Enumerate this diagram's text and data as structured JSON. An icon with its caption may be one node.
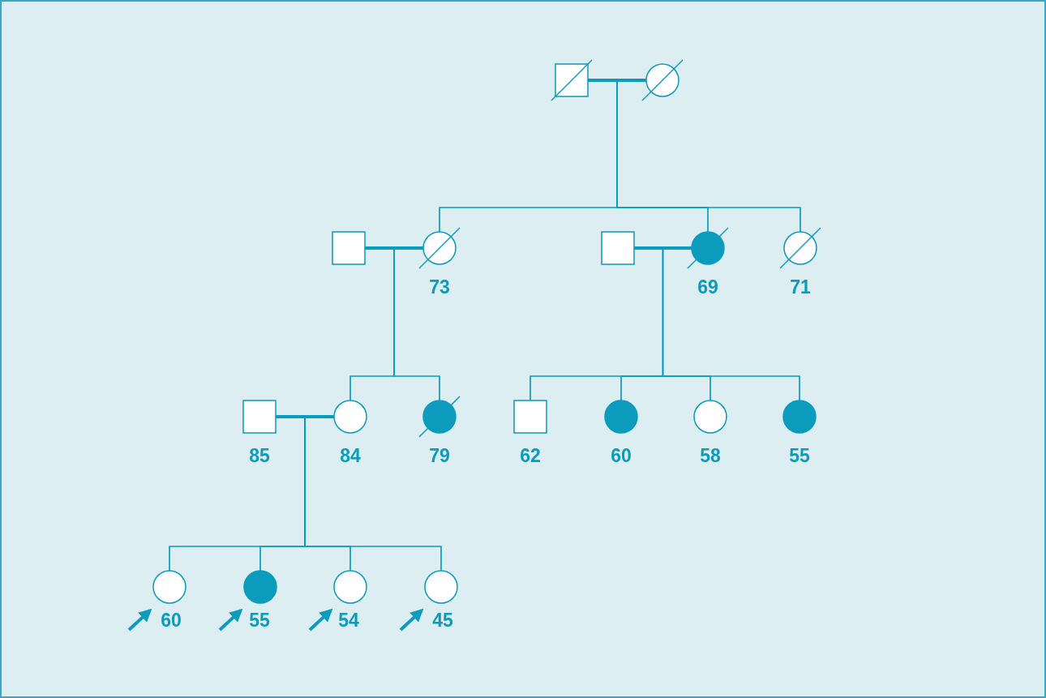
{
  "diagram": {
    "nodes": [
      {
        "text": [],
        "shape": "box"
      },
      {
        "text": [],
        "shape": "circle"
      },
      {
        "text": [],
        "shape": "box"
      },
      {
        "text": [],
        "shape": "circle",
        "beside": [
          "73"
        ]
      },
      {
        "text": [],
        "shape": "box"
      },
      {
        "text": [],
        "shape": "circle",
        "beside": [
          "69"
        ]
      },
      {
        "text": [],
        "shape": "circle",
        "beside": [
          "71"
        ]
      },
      {
        "text": [],
        "shape": "box",
        "beside": [
          "85"
        ]
      },
      {
        "text": [],
        "shape": "circle",
        "beside": [
          "84"
        ]
      },
      {
        "text": [],
        "shape": "circle",
        "beside": [
          "79"
        ]
      },
      {
        "text": [],
        "shape": "box",
        "beside": [
          "62"
        ]
      },
      {
        "text": [],
        "shape": "circle",
        "beside": [
          "60"
        ]
      },
      {
        "text": [],
        "shape": "circle",
        "beside": [
          "58"
        ]
      },
      {
        "text": [],
        "shape": "circle",
        "beside": [
          "55"
        ]
      },
      {
        "text": [],
        "shape": "circle",
        "beside": [
          "60"
        ]
      },
      {
        "text": [],
        "shape": "circle",
        "beside": [
          "55"
        ]
      },
      {
        "text": [],
        "shape": "circle",
        "beside": [
          "54"
        ]
      },
      {
        "text": [],
        "shape": "circle",
        "beside": [
          "45"
        ]
      }
    ],
    "edges": [
      {
        "from": 0,
        "to": 1,
        "arrow": "none",
        "style": "thick"
      },
      {
        "from": 0,
        "to": 3,
        "arrow": "none"
      },
      {
        "from": 0,
        "to": 5,
        "arrow": "none"
      },
      {
        "from": 0,
        "to": 6,
        "arrow": "none"
      },
      {
        "from": 1,
        "to": 3,
        "arrow": "none"
      },
      {
        "from": 1,
        "to": 5,
        "arrow": "none"
      },
      {
        "from": 1,
        "to": 6,
        "arrow": "none"
      },
      {
        "from": 2,
        "to": 3,
        "arrow": "none",
        "style": "thick"
      },
      {
        "from": 2,
        "to": 8,
        "arrow": "none"
      },
      {
        "from": 2,
        "to": 9,
        "arrow": "none"
      },
      {
        "from": 3,
        "to": 8,
        "arrow": "none"
      },
      {
        "from": 3,
        "to": 9,
        "arrow": "none"
      },
      {
        "from": 4,
        "to": 5,
        "arrow": "none",
        "style": "thick"
      },
      {
        "from": 4,
        "to": 10,
        "arrow": "none"
      },
      {
        "from": 4,
        "to": 11,
        "arrow": "none"
      },
      {
        "from": 4,
        "to": 12,
        "arrow": "none"
      },
      {
        "from": 4,
        "to": 13,
        "arrow": "none"
      },
      {
        "from": 5,
        "to": 10,
        "arrow": "none"
      },
      {
        "from": 5,
        "to": 11,
        "arrow": "none"
      },
      {
        "from": 5,
        "to": 12,
        "arrow": "none"
      },
      {
        "from": 5,
        "to": 13,
        "arrow": "none"
      },
      {
        "from": 7,
        "to": 8,
        "arrow": "none",
        "style": "thick"
      },
      {
        "from": 7,
        "to": 14,
        "arrow": "none"
      },
      {
        "from": 7,
        "to": 15,
        "arrow": "none"
      },
      {
        "from": 7,
        "to": 16,
        "arrow": "none"
      },
      {
        "from": 7,
        "to": 17,
        "arrow": "none"
      },
      {
        "from": 8,
        "to": 14,
        "arrow": "none"
      },
      {
        "from": 8,
        "to": 15,
        "arrow": "none"
      },
      {
        "from": 8,
        "to": 16,
        "arrow": "none"
      },
      {
        "from": 8,
        "to": 17,
        "arrow": "none"
      },
      {
        "from": null,
        "to": 14,
        "arrow": "to",
        "style": "thick"
      },
      {
        "from": null,
        "to": 15,
        "arrow": "to",
        "style": "thick"
      },
      {
        "from": null,
        "to": 16,
        "arrow": "to",
        "style": "thick"
      },
      {
        "from": null,
        "to": 17,
        "arrow": "to",
        "style": "thick"
      }
    ]
  }
}
